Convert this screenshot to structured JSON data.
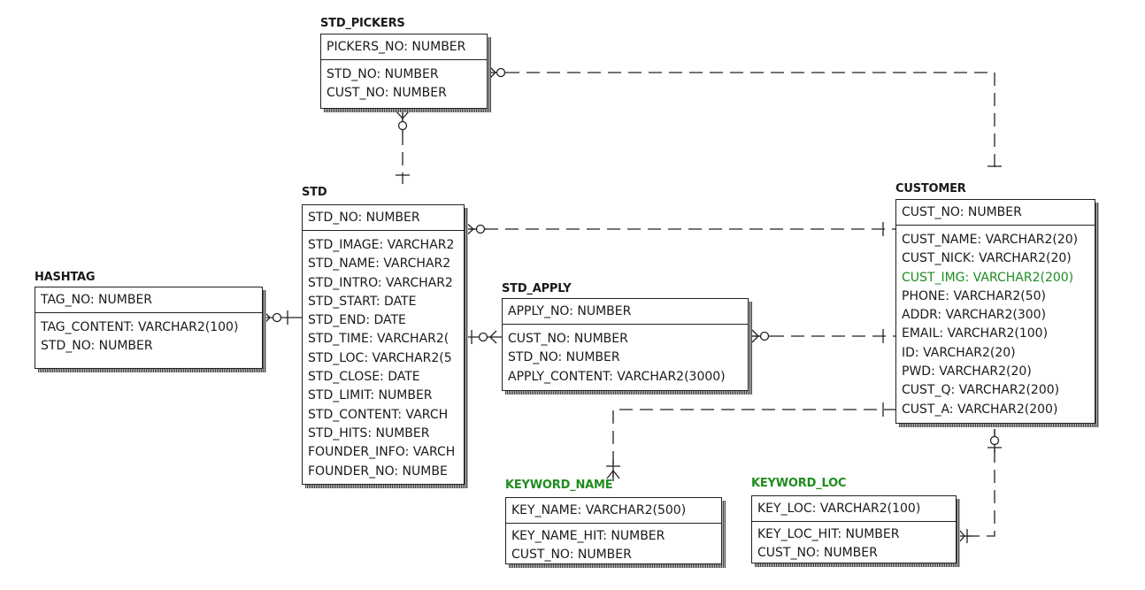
{
  "entities": {
    "std_pickers": {
      "name": "STD_PICKERS",
      "pk": "PICKERS_NO: NUMBER",
      "attributes": [
        "STD_NO: NUMBER",
        "CUST_NO: NUMBER"
      ]
    },
    "std": {
      "name": "STD",
      "pk": "STD_NO: NUMBER",
      "attributes": [
        "STD_IMAGE: VARCHAR2",
        "STD_NAME: VARCHAR2",
        "STD_INTRO: VARCHAR2",
        "STD_START: DATE",
        "STD_END: DATE",
        "STD_TIME: VARCHAR2(",
        "STD_LOC: VARCHAR2(5",
        "STD_CLOSE: DATE",
        "STD_LIMIT: NUMBER",
        "STD_CONTENT: VARCH",
        "STD_HITS: NUMBER",
        "FOUNDER_INFO: VARCH",
        "FOUNDER_NO: NUMBE"
      ]
    },
    "hashtag": {
      "name": "HASHTAG",
      "pk": "TAG_NO: NUMBER",
      "attributes": [
        "TAG_CONTENT: VARCHAR2(100)",
        "STD_NO: NUMBER"
      ]
    },
    "std_apply": {
      "name": "STD_APPLY",
      "pk": "APPLY_NO: NUMBER",
      "attributes": [
        "CUST_NO: NUMBER",
        "STD_NO: NUMBER",
        "APPLY_CONTENT: VARCHAR2(3000)"
      ]
    },
    "customer": {
      "name": "CUSTOMER",
      "pk": "CUST_NO: NUMBER",
      "attributes": [
        "CUST_NAME: VARCHAR2(20)",
        "CUST_NICK: VARCHAR2(20)",
        "CUST_IMG: VARCHAR2(200)",
        "PHONE: VARCHAR2(50)",
        "ADDR: VARCHAR2(300)",
        "EMAIL: VARCHAR2(100)",
        "ID: VARCHAR2(20)",
        "PWD: VARCHAR2(20)",
        "CUST_Q: VARCHAR2(200)",
        "CUST_A: VARCHAR2(200)"
      ]
    },
    "keyword_name": {
      "name": "KEYWORD_NAME",
      "pk": "KEY_NAME: VARCHAR2(500)",
      "attributes": [
        "KEY_NAME_HIT: NUMBER",
        "CUST_NO: NUMBER"
      ]
    },
    "keyword_loc": {
      "name": "KEYWORD_LOC",
      "pk": "KEY_LOC: VARCHAR2(100)",
      "attributes": [
        "KEY_LOC_HIT: NUMBER",
        "CUST_NO: NUMBER"
      ]
    }
  },
  "relationships": [
    {
      "parent": "STD",
      "child": "STD_PICKERS"
    },
    {
      "parent": "CUSTOMER",
      "child": "STD_PICKERS"
    },
    {
      "parent": "STD",
      "child": "HASHTAG"
    },
    {
      "parent": "CUSTOMER",
      "child": "STD"
    },
    {
      "parent": "STD",
      "child": "STD_APPLY"
    },
    {
      "parent": "CUSTOMER",
      "child": "STD_APPLY"
    },
    {
      "parent": "CUSTOMER",
      "child": "KEYWORD_NAME"
    },
    {
      "parent": "CUSTOMER",
      "child": "KEYWORD_LOC"
    }
  ],
  "colors": {
    "line": "#222222",
    "highlight_text": "#1e8c1e"
  }
}
